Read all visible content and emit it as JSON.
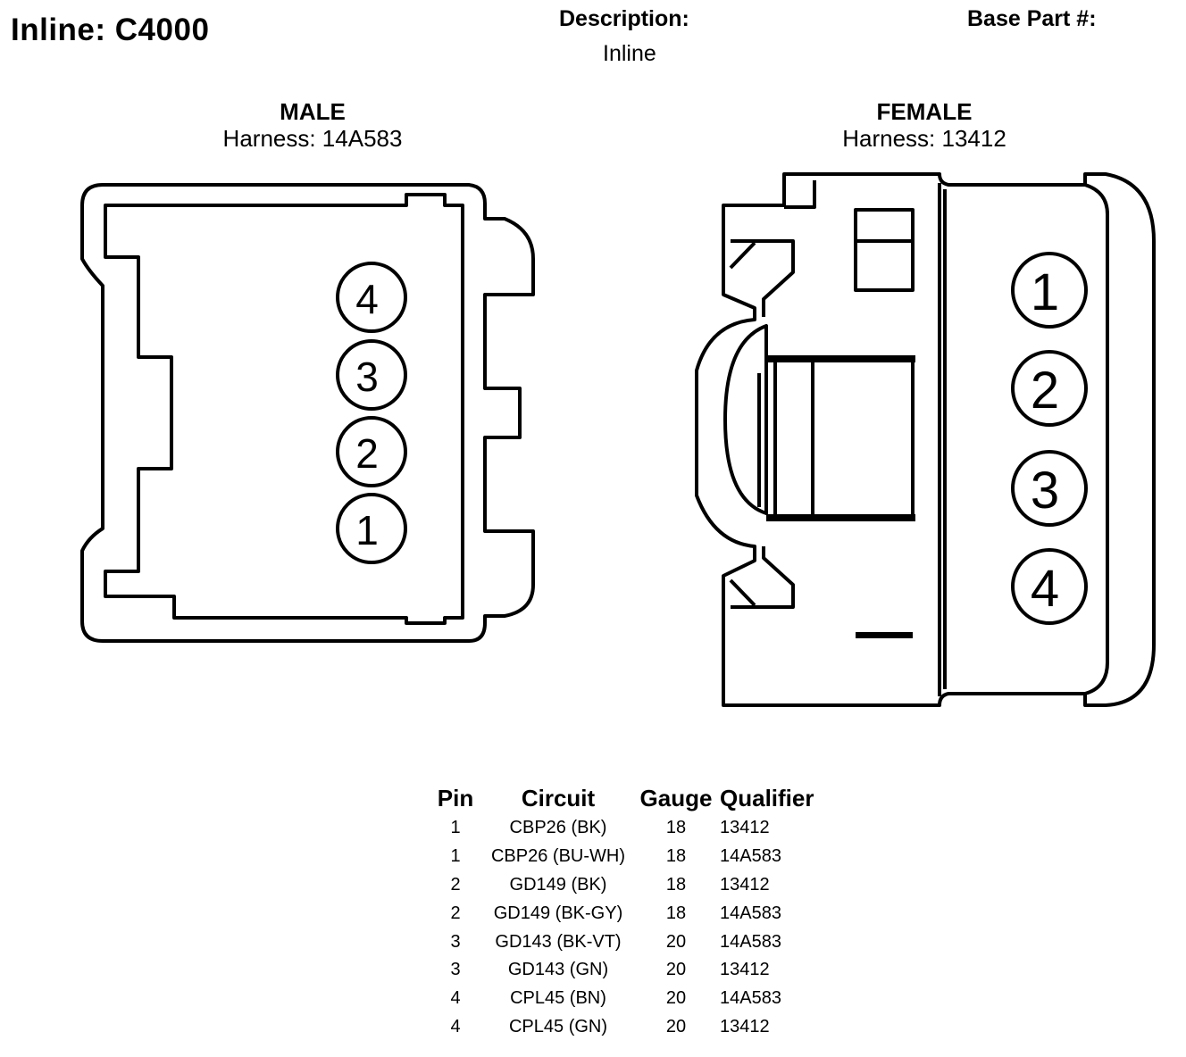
{
  "header": {
    "title": "Inline: C4000",
    "description_label": "Description:",
    "description_value": "Inline",
    "base_part_label": "Base Part #:"
  },
  "male": {
    "title": "MALE",
    "harness": "Harness: 14A583",
    "pins": [
      "4",
      "3",
      "2",
      "1"
    ]
  },
  "female": {
    "title": "FEMALE",
    "harness": "Harness: 13412",
    "pins": [
      "1",
      "2",
      "3",
      "4"
    ]
  },
  "table": {
    "headers": [
      "Pin",
      "Circuit",
      "Gauge",
      "Qualifier"
    ],
    "rows": [
      [
        "1",
        "CBP26 (BK)",
        "18",
        "13412"
      ],
      [
        "1",
        "CBP26 (BU-WH)",
        "18",
        "14A583"
      ],
      [
        "2",
        "GD149 (BK)",
        "18",
        "13412"
      ],
      [
        "2",
        "GD149 (BK-GY)",
        "18",
        "14A583"
      ],
      [
        "3",
        "GD143 (BK-VT)",
        "20",
        "14A583"
      ],
      [
        "3",
        "GD143 (GN)",
        "20",
        "13412"
      ],
      [
        "4",
        "CPL45 (BN)",
        "20",
        "14A583"
      ],
      [
        "4",
        "CPL45 (GN)",
        "20",
        "13412"
      ]
    ]
  }
}
